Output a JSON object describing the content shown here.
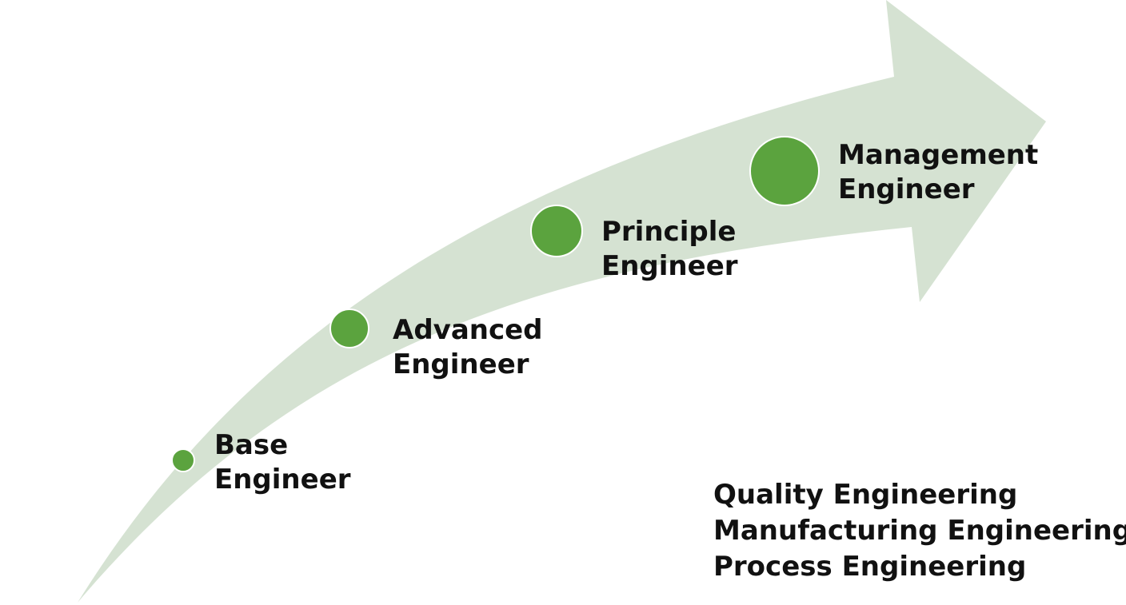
{
  "colors": {
    "arrow_fill": "#d5e2d2",
    "node_fill": "#5ba33e",
    "node_stroke": "#ffffff",
    "text": "#111111"
  },
  "stages": [
    {
      "id": "base",
      "line1": "Base",
      "line2": "Engineer",
      "level": 1
    },
    {
      "id": "advanced",
      "line1": "Advanced",
      "line2": "Engineer",
      "level": 2
    },
    {
      "id": "principle",
      "line1": "Principle",
      "line2": "Engineer",
      "level": 3
    },
    {
      "id": "management",
      "line1": "Management",
      "line2": "Engineer",
      "level": 4
    }
  ],
  "disciplines": [
    "Quality Engineering",
    "Manufacturing Engineering",
    "Process Engineering"
  ]
}
